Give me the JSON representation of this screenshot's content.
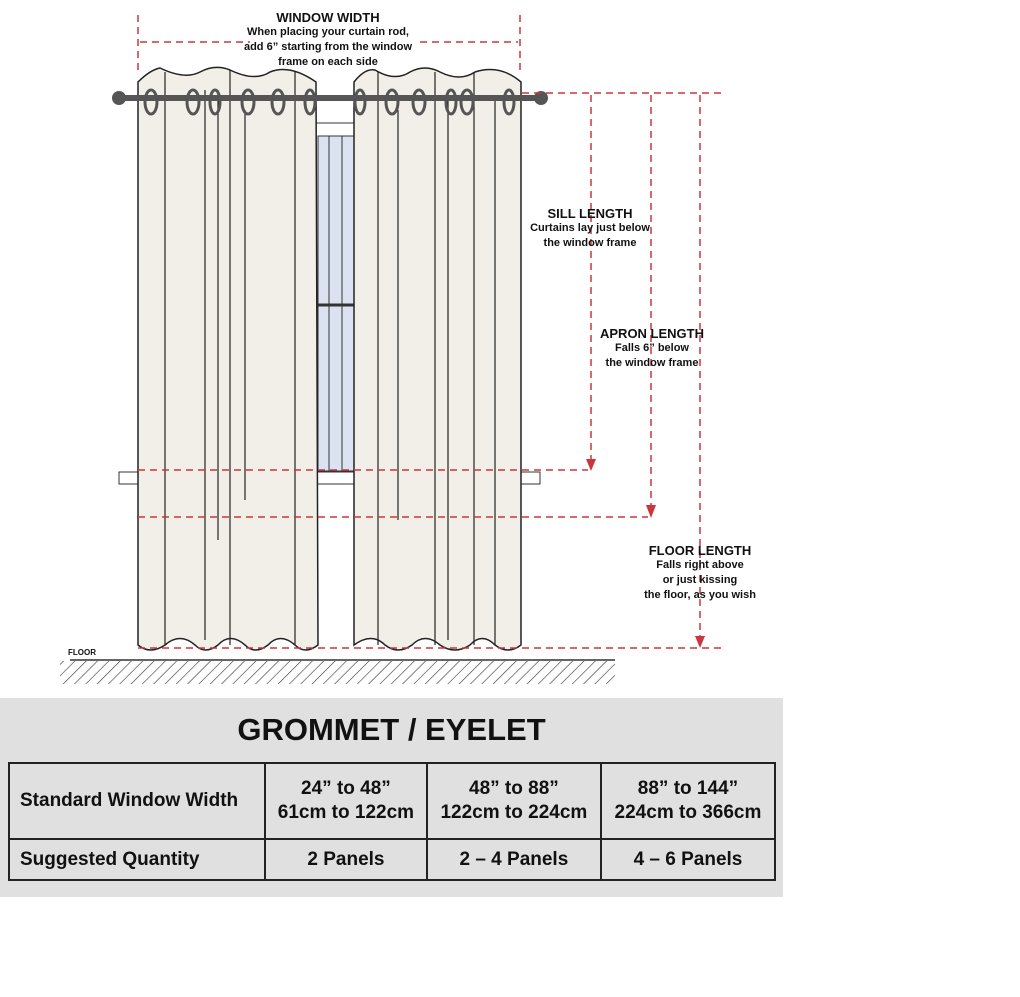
{
  "labels": {
    "window_width": {
      "title": "WINDOW WIDTH",
      "lines": [
        "When placing your curtain rod,",
        "add 6” starting from the window",
        "frame on each side"
      ]
    },
    "sill": {
      "title": "SILL LENGTH",
      "lines": [
        "Curtains lay just below",
        "the window frame"
      ]
    },
    "apron": {
      "title": "APRON LENGTH",
      "lines": [
        "Falls 6” below",
        "the window frame"
      ]
    },
    "floor_len": {
      "title": "FLOOR LENGTH",
      "lines": [
        "Falls right above",
        "or just kissing",
        "the floor, as you wish"
      ]
    },
    "floor": "FLOOR"
  },
  "colors": {
    "dash": "#c9363e",
    "curtain": "#f1efe8",
    "panel_bg": "#e0e0e0"
  },
  "table": {
    "title": "GROMMET / EYELET",
    "rows": [
      {
        "header": "Standard Window Width",
        "cells": [
          [
            "24” to 48”",
            "61cm to 122cm"
          ],
          [
            "48” to 88”",
            "122cm to 224cm"
          ],
          [
            "88” to 144”",
            "224cm to 366cm"
          ]
        ]
      },
      {
        "header": "Suggested Quantity",
        "cells": [
          [
            "2 Panels"
          ],
          [
            "2 – 4 Panels"
          ],
          [
            "4 – 6 Panels"
          ]
        ]
      }
    ]
  }
}
